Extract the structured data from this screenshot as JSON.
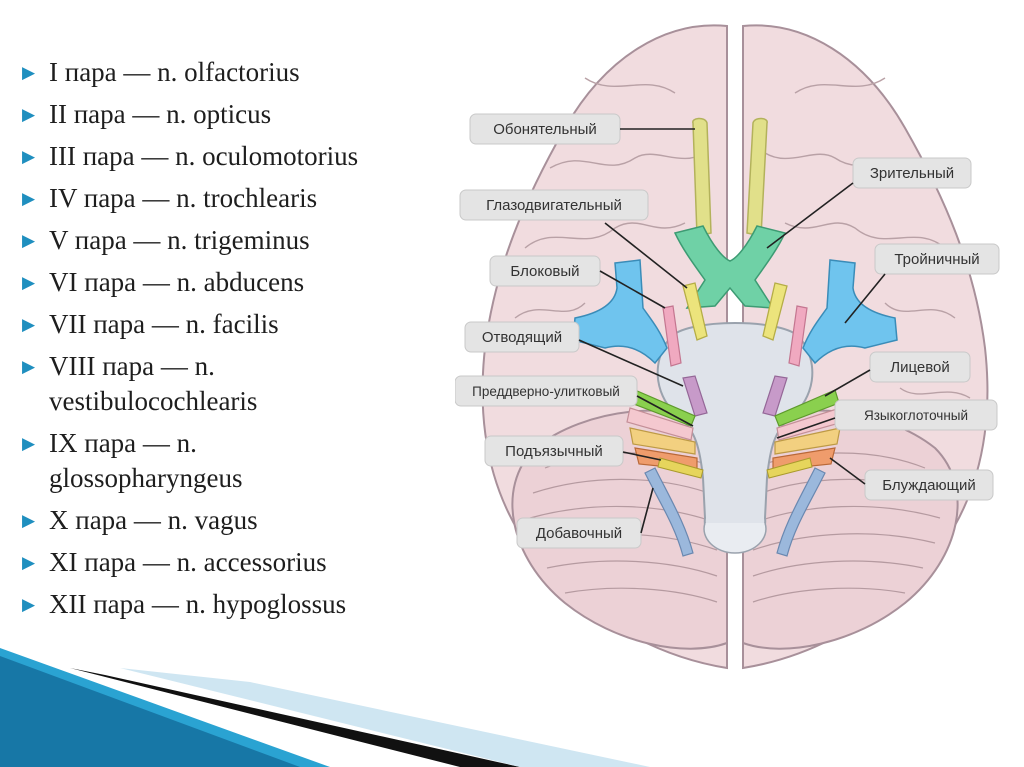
{
  "nerves": [
    {
      "lines": [
        "I пара — n. olfactorius"
      ]
    },
    {
      "lines": [
        "II пара — n. opticus"
      ]
    },
    {
      "lines": [
        "III пара — n. oculomotorius"
      ]
    },
    {
      "lines": [
        "IV пара — n. trochlearis"
      ]
    },
    {
      "lines": [
        "V пара — n. trigeminus"
      ]
    },
    {
      "lines": [
        "VI пара — n. abducens"
      ]
    },
    {
      "lines": [
        "VII пара — n. facilis"
      ]
    },
    {
      "lines": [
        "VIII пара — n.",
        "vestibulocochlearis"
      ]
    },
    {
      "lines": [
        "IX пара — n.",
        "glossopharyngeus"
      ]
    },
    {
      "lines": [
        "X пара — n. vagus"
      ]
    },
    {
      "lines": [
        "XI пара — n. accessorius"
      ]
    },
    {
      "lines": [
        "XII пара — n. hypoglossus"
      ]
    }
  ],
  "bullet_symbol": "▶",
  "diagram_labels": {
    "olfactory": "Обонятельный",
    "optic": "Зрительный",
    "oculomotor": "Глазодвигательный",
    "trochlear": "Блоковый",
    "trigeminal": "Тройничный",
    "abducens": "Отводящий",
    "facial": "Лицевой",
    "vestibulocochlear": "Преддверно-улитковый",
    "glossopharyngeal": "Языкоглоточный",
    "hypoglossal": "Подъязычный",
    "vagus": "Блуждающий",
    "accessory": "Добавочный"
  },
  "colors": {
    "bullet": "#1f8fbf",
    "brain": "#f1dcdf",
    "brain_outline": "#a8909a",
    "olfactory": "#e1e08a",
    "optic": "#6fd1a6",
    "trigeminal": "#6fc4ee",
    "brainstem": "#dfe3ea",
    "oculomotor_trochlear": "#ece47c",
    "abducens": "#c79ac9",
    "facial": "#8ad04e",
    "vestibulocochlear": "#f4c8cf",
    "glossopharyngeal": "#f2d080",
    "vagus": "#ef9c6c",
    "accessory": "#9bb8dc",
    "stripe_blue": "#1c8fbe"
  }
}
